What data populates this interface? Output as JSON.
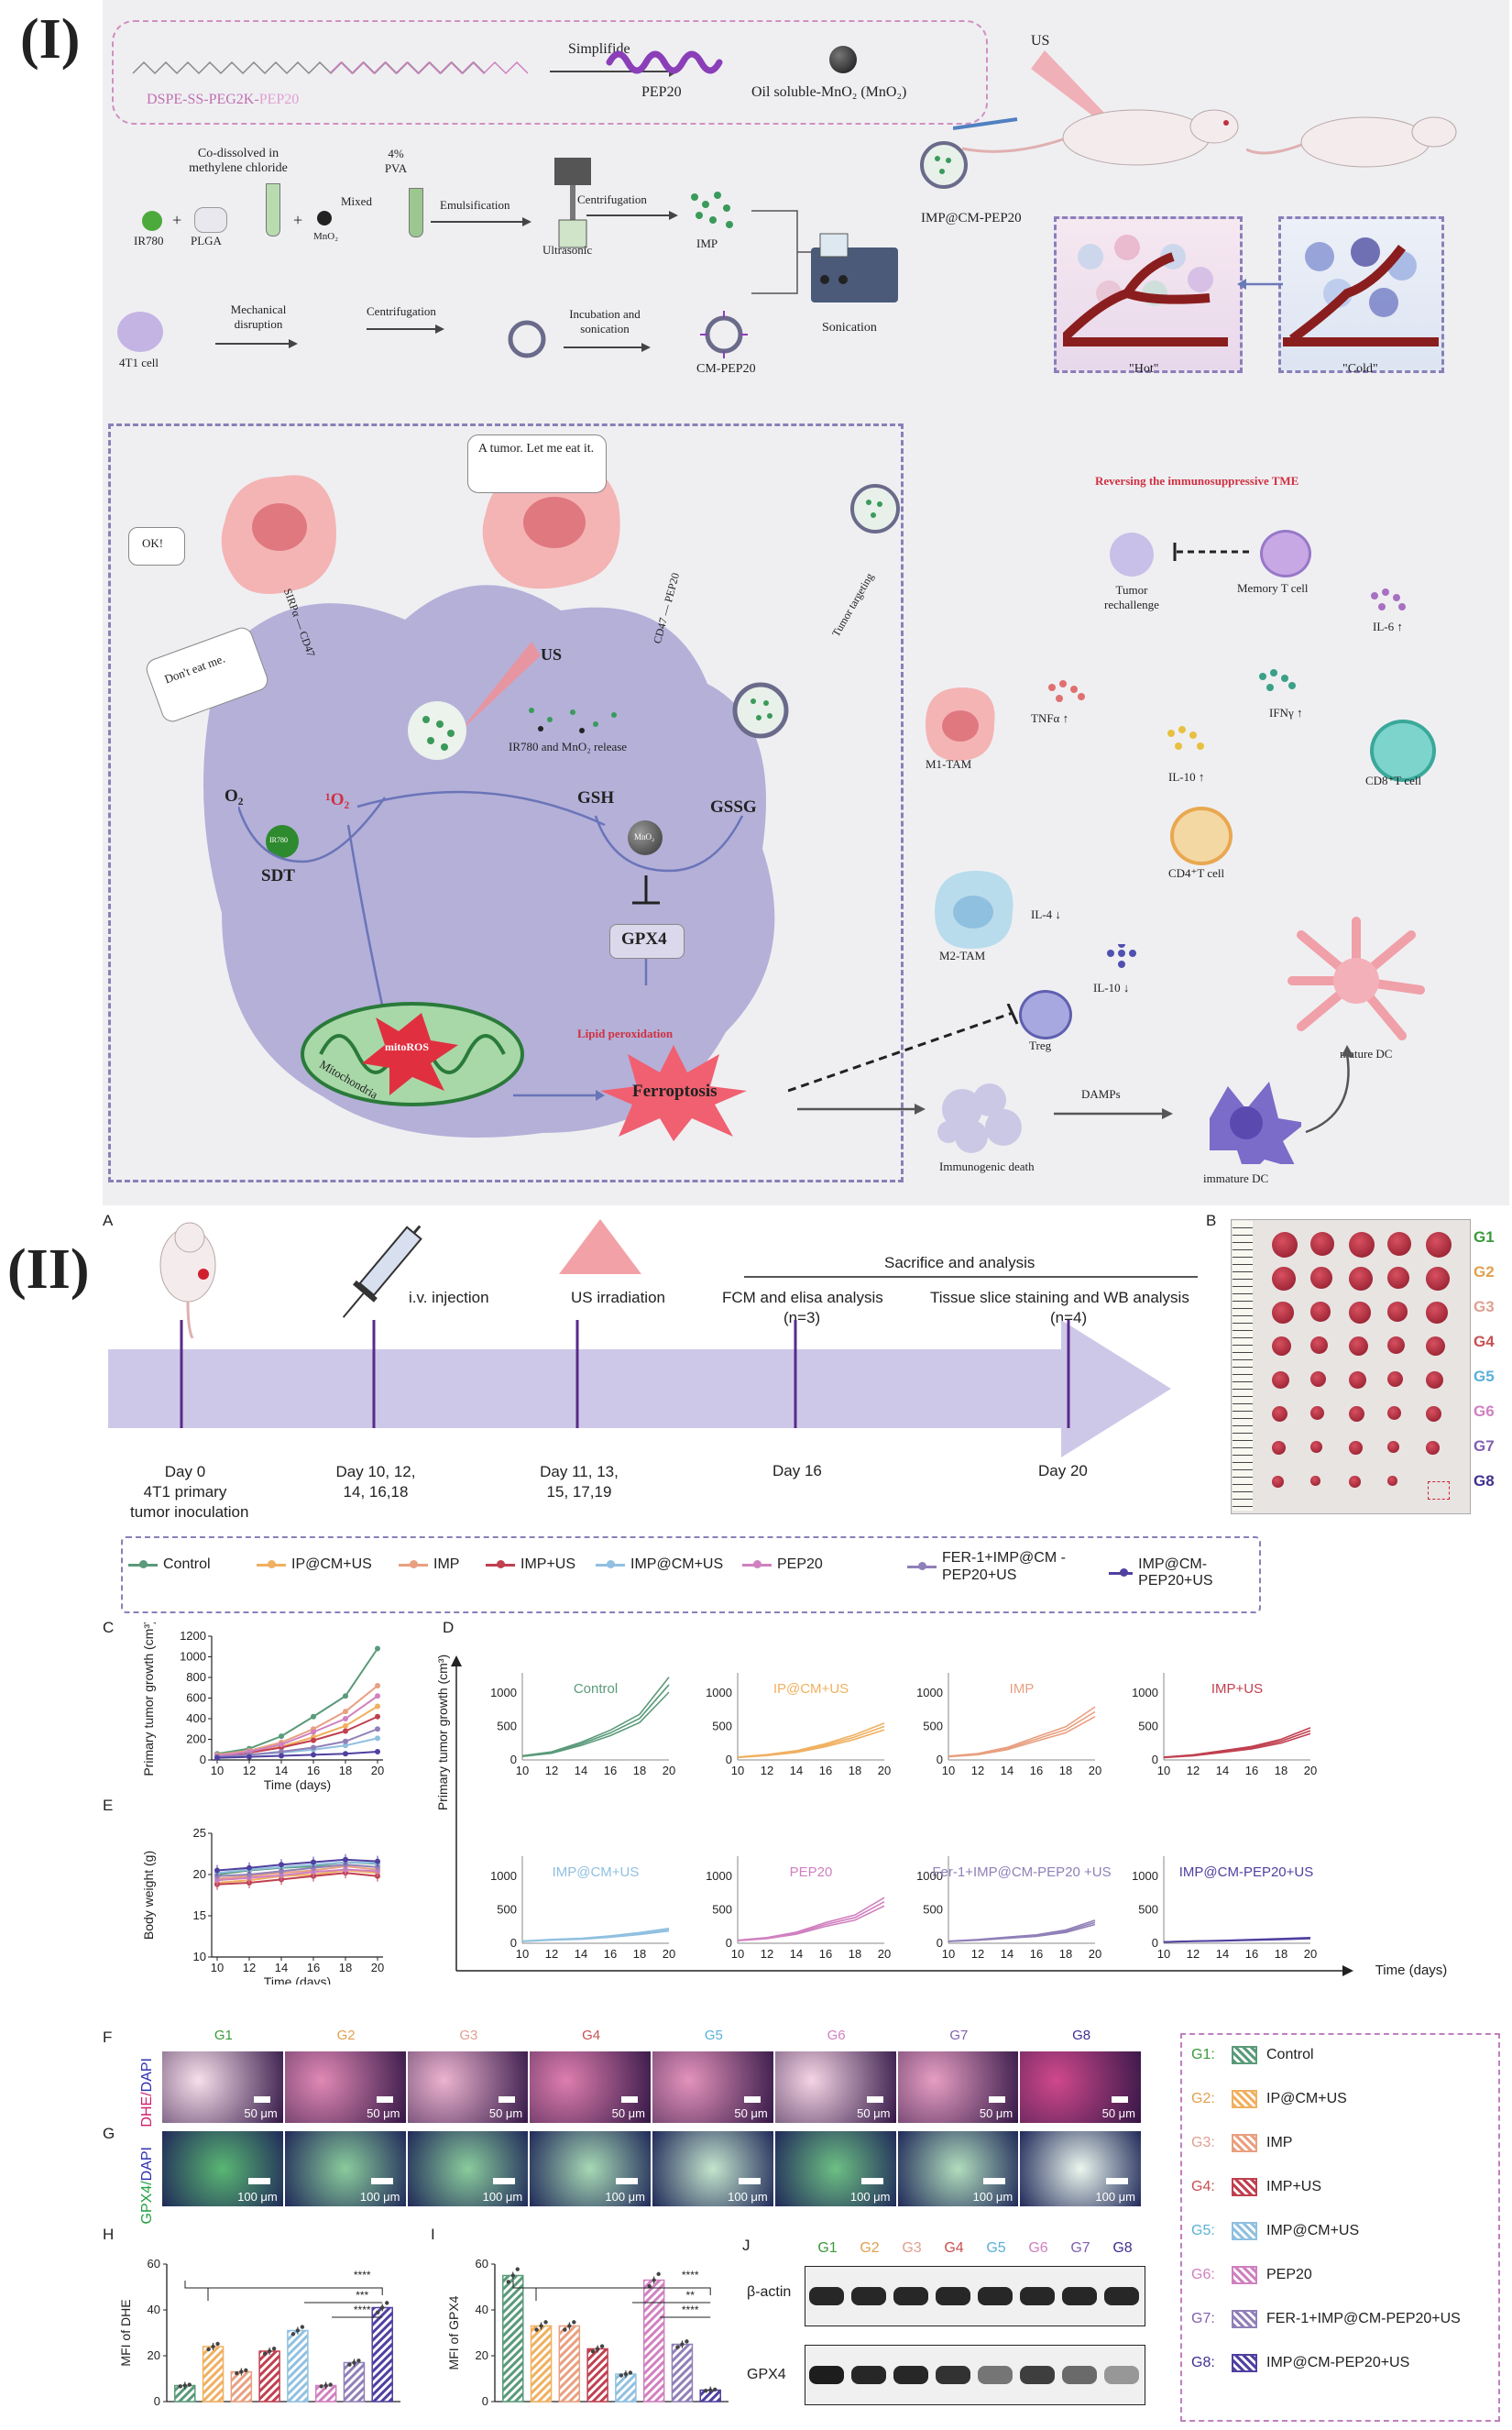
{
  "panel_I": {
    "label": "(I)",
    "top": {
      "dspe": "DSPE-SS-PEG2K-",
      "pep_part": "PEP20",
      "simplifide": "Simplifide",
      "pep20": "PEP20",
      "mno2": "Oil soluble-MnO₂ (MnO₂)",
      "us": "US"
    },
    "synthesis": {
      "ir780": "IR780",
      "plga": "PLGA",
      "codissolved": "Co-dissolved in methylene chloride",
      "pva": "4% PVA",
      "mno2": "MnO₂",
      "mixed": "Mixed",
      "emulsification": "Emulsification",
      "ultrasonic": "Ultrasonic",
      "centrifugation": "Centrifugation",
      "imp": "IMP",
      "sonication": "Sonication",
      "imp_cm_pep20": "IMP@CM-PEP20",
      "cell_4t1": "4T1 cell",
      "mechanical": "Mechanical disruption",
      "centrifugation2": "Centrifugation",
      "incubation": "Incubation and sonication",
      "cm_pep20": "CM-PEP20"
    },
    "tme": {
      "hot": "\"Hot\"",
      "cold": "\"Cold\"",
      "reversing": "Reversing the immunosuppressive TME"
    },
    "mechanism": {
      "tumor_bubble": "A tumor. Let me eat it.",
      "ok": "OK!",
      "dont_eat": "Don't eat me.",
      "sirpa": "SIRPα — CD47",
      "cd47": "CD47 — PEP20",
      "us": "US",
      "release": "IR780 and MnO₂ release",
      "tumor_targeting": "Tumor targeting",
      "o2": "O₂",
      "ir780": "IR780",
      "sdt": "SDT",
      "singlet": "¹O₂",
      "gsh": "GSH",
      "gssg": "GSSG",
      "mno2": "MnO₂",
      "gpx4": "GPX4",
      "mitochondria": "Mitochondria",
      "mitoros": "mitoROS",
      "lipid": "Lipid peroxidation",
      "ferroptosis": "Ferroptosis"
    },
    "immune": {
      "tumor_rechallenge": "Tumor rechallenge",
      "memory_t": "Memory T cell",
      "il6": "IL-6 ↑",
      "tnfa": "TNFα ↑",
      "m1": "M1-TAM",
      "ifng": "IFNγ ↑",
      "il10_up": "IL-10 ↑",
      "cd8": "CD8⁺T cell",
      "cd4": "CD4⁺T cell",
      "m2": "M2-TAM",
      "il4": "IL-4 ↓",
      "il10_down": "IL-10 ↓",
      "treg": "Treg",
      "mature_dc": "mature DC",
      "damps": "DAMPs",
      "immunogenic": "Immunogenic death",
      "immature_dc": "immature DC"
    }
  },
  "panel_II": {
    "label": "(II)",
    "A": {
      "letter": "A",
      "sacrifice": "Sacrifice and analysis",
      "iv": "i.v. injection",
      "us_irr": "US irradiation",
      "fcm": "FCM and elisa analysis",
      "fcm_n": "(n=3)",
      "tissue": "Tissue slice staining and WB analysis",
      "tissue_n": "(n=4)",
      "day0": "Day 0",
      "day0b": "4T1 primary",
      "day0c": "tumor inoculation",
      "d10a": "Day 10, 12,",
      "d10b": "14, 16,18",
      "d11a": "Day 11, 13,",
      "d11b": "15, 17,19",
      "d16": "Day 16",
      "d20": "Day 20"
    },
    "B": {
      "letter": "B",
      "groups": [
        "G1",
        "G2",
        "G3",
        "G4",
        "G5",
        "G6",
        "G7",
        "G8"
      ],
      "group_colors": [
        "#3a9a3a",
        "#e0a050",
        "#e0a090",
        "#c85050",
        "#5ab0d8",
        "#d080c0",
        "#8060b0",
        "#403090"
      ]
    },
    "legend": {
      "items": [
        "Control",
        "IP@CM+US",
        "IMP",
        "IMP+US",
        "IMP@CM+US",
        "PEP20",
        "FER-1+IMP@CM -PEP20+US",
        "IMP@CM-PEP20+US"
      ],
      "colors": [
        "#5a9a7a",
        "#f0b060",
        "#e8a080",
        "#c04050",
        "#90c0e0",
        "#d080c0",
        "#9080b8",
        "#5040a0"
      ]
    },
    "C": {
      "letter": "C",
      "ylabel": "Primary tumor growth (cm³)",
      "xlabel": "Time (days)",
      "yticks": [
        "0",
        "200",
        "400",
        "600",
        "800",
        "1000",
        "1200"
      ],
      "xticks": [
        "10",
        "12",
        "14",
        "16",
        "18",
        "20"
      ]
    },
    "D": {
      "letter": "D",
      "ylabel": "Primary tumor growth (cm³)",
      "xlabel": "Time (days)",
      "titles": [
        "Control",
        "IP@CM+US",
        "IMP",
        "IMP+US",
        "IMP@CM+US",
        "PEP20",
        "Fer-1+IMP@CM-PEP20 +US",
        "IMP@CM-PEP20+US"
      ],
      "yticks": [
        "0",
        "500",
        "1000"
      ],
      "xticks": [
        "10",
        "12",
        "14",
        "16",
        "18",
        "20"
      ]
    },
    "E": {
      "letter": "E",
      "ylabel": "Body weight (g)",
      "xlabel": "Time (days)",
      "yticks": [
        "10",
        "15",
        "20",
        "25"
      ],
      "xticks": [
        "10",
        "12",
        "14",
        "16",
        "18",
        "20"
      ]
    },
    "F": {
      "letter": "F",
      "stain1": "DHE/",
      "stain2": "DAPI",
      "scale": "50 μm"
    },
    "G": {
      "letter": "G",
      "stain1": "GPX4/",
      "stain2": "DAPI",
      "scale": "100 μm"
    },
    "H": {
      "letter": "H",
      "ylabel": "MFI of DHE",
      "yticks": [
        "0",
        "20",
        "40",
        "60"
      ],
      "sig": [
        "****",
        "***",
        "****"
      ]
    },
    "I": {
      "letter": "I",
      "ylabel": "MFI of GPX4",
      "yticks": [
        "0",
        "20",
        "40",
        "60"
      ],
      "sig": [
        "****",
        "**",
        "****"
      ]
    },
    "J": {
      "letter": "J",
      "actin": "β-actin",
      "gpx4": "GPX4"
    },
    "group_legend": [
      {
        "g": "G1:",
        "name": "Control"
      },
      {
        "g": "G2:",
        "name": "IP@CM+US"
      },
      {
        "g": "G3:",
        "name": "IMP"
      },
      {
        "g": "G4:",
        "name": "IMP+US"
      },
      {
        "g": "G5:",
        "name": "IMP@CM+US"
      },
      {
        "g": "G6:",
        "name": "PEP20"
      },
      {
        "g": "G7:",
        "name": "FER-1+IMP@CM-PEP20+US"
      },
      {
        "g": "G8:",
        "name": "IMP@CM-PEP20+US"
      }
    ]
  },
  "chart_data": [
    {
      "type": "line",
      "panel": "C",
      "xlabel": "Time (days)",
      "ylabel": "Primary tumor growth (cm³)",
      "x": [
        10,
        12,
        14,
        16,
        18,
        20
      ],
      "ylim": [
        0,
        1200
      ],
      "series": [
        {
          "name": "Control",
          "values": [
            60,
            110,
            230,
            420,
            620,
            1080
          ]
        },
        {
          "name": "IP@CM+US",
          "values": [
            40,
            70,
            130,
            220,
            330,
            520
          ]
        },
        {
          "name": "IMP",
          "values": [
            50,
            90,
            170,
            300,
            470,
            720
          ]
        },
        {
          "name": "IMP+US",
          "values": [
            40,
            70,
            120,
            190,
            280,
            420
          ]
        },
        {
          "name": "IMP@CM+US",
          "values": [
            30,
            50,
            70,
            100,
            140,
            210
          ]
        },
        {
          "name": "PEP20",
          "values": [
            40,
            80,
            150,
            270,
            400,
            620
          ]
        },
        {
          "name": "FER-1+IMP@CM -PEP20+US",
          "values": [
            30,
            50,
            80,
            120,
            180,
            300
          ]
        },
        {
          "name": "IMP@CM-PEP20+US",
          "values": [
            20,
            30,
            40,
            50,
            60,
            80
          ]
        }
      ]
    },
    {
      "type": "line",
      "panel": "E",
      "xlabel": "Time (days)",
      "ylabel": "Body weight (g)",
      "x": [
        10,
        12,
        14,
        16,
        18,
        20
      ],
      "ylim": [
        10,
        25
      ],
      "series": [
        {
          "name": "Control",
          "values": [
            20.0,
            20.5,
            20.8,
            21.0,
            21.5,
            21.3
          ]
        },
        {
          "name": "IP@CM+US",
          "values": [
            19.0,
            19.3,
            19.8,
            20.0,
            20.5,
            20.2
          ]
        },
        {
          "name": "IMP",
          "values": [
            19.5,
            19.8,
            20.2,
            20.5,
            21.0,
            20.6
          ]
        },
        {
          "name": "IMP+US",
          "values": [
            18.8,
            19.0,
            19.4,
            19.8,
            20.2,
            19.8
          ]
        },
        {
          "name": "IMP@CM+US",
          "values": [
            20.2,
            20.6,
            20.9,
            21.2,
            21.5,
            21.4
          ]
        },
        {
          "name": "PEP20",
          "values": [
            19.3,
            19.6,
            19.9,
            20.3,
            20.6,
            20.4
          ]
        },
        {
          "name": "FER-1+IMP@CM -PEP20+US",
          "values": [
            19.8,
            20.0,
            20.4,
            20.8,
            21.2,
            20.9
          ]
        },
        {
          "name": "IMP@CM-PEP20+US",
          "values": [
            20.5,
            20.8,
            21.2,
            21.5,
            21.8,
            21.6
          ]
        }
      ]
    },
    {
      "type": "bar",
      "panel": "H",
      "ylabel": "MFI of DHE",
      "categories": [
        "G1",
        "G2",
        "G3",
        "G4",
        "G5",
        "G6",
        "G7",
        "G8"
      ],
      "values": [
        7,
        24,
        13,
        22,
        31,
        7,
        17,
        41
      ],
      "ylim": [
        0,
        60
      ]
    },
    {
      "type": "bar",
      "panel": "I",
      "ylabel": "MFI of GPX4",
      "categories": [
        "G1",
        "G2",
        "G3",
        "G4",
        "G5",
        "G6",
        "G7",
        "G8"
      ],
      "values": [
        55,
        33,
        33,
        23,
        12,
        53,
        25,
        5
      ],
      "ylim": [
        0,
        60
      ]
    }
  ]
}
